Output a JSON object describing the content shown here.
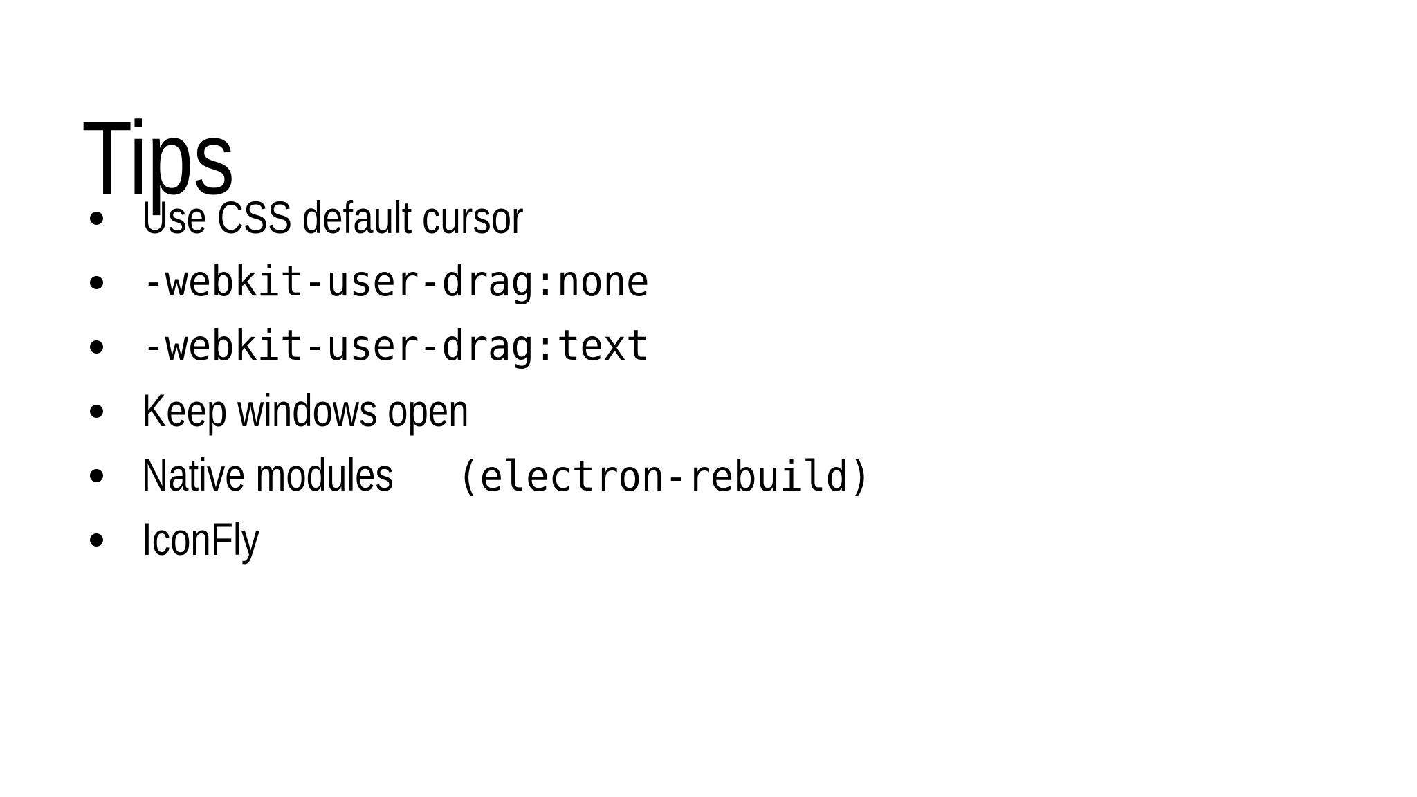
{
  "slide": {
    "title": "Tips",
    "background_color": "#ffffff",
    "text_color": "#000000",
    "bullet_marker": "•"
  },
  "bullets": [
    {
      "id": "use-css-default-cursor",
      "runs": [
        {
          "style": "sans",
          "text": "Use CSS default cursor"
        }
      ]
    },
    {
      "id": "webkit-user-drag-none",
      "runs": [
        {
          "style": "mono",
          "text": "-webkit-user-drag:none"
        }
      ]
    },
    {
      "id": "webkit-user-drag-text",
      "runs": [
        {
          "style": "mono",
          "text": "-webkit-user-drag:text"
        }
      ]
    },
    {
      "id": "keep-windows-open",
      "runs": [
        {
          "style": "sans",
          "text": "Keep windows open"
        }
      ]
    },
    {
      "id": "native-modules-electron-rebuild",
      "runs": [
        {
          "style": "sans",
          "text": "Native modules "
        },
        {
          "style": "mono",
          "text": "(electron-rebuild)"
        }
      ]
    },
    {
      "id": "iconfly",
      "runs": [
        {
          "style": "sans",
          "text": "IconFly"
        }
      ]
    }
  ]
}
